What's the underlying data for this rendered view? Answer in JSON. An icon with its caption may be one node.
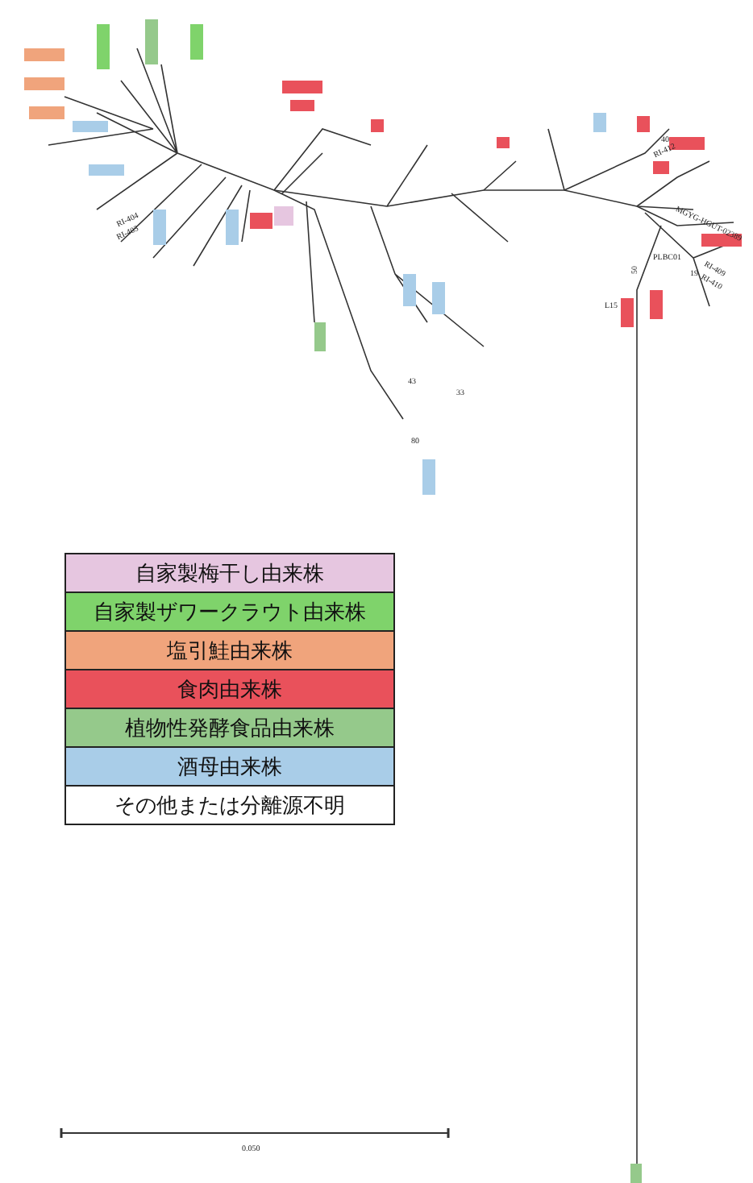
{
  "diagram": {
    "labels": [
      "RI-412",
      "PLBC01",
      "MGYG-HGUT-02389",
      "RI-409",
      "RI-410",
      "L15",
      "RI-404",
      "RI-403",
      "40",
      "19",
      "50",
      "43",
      "33",
      "80",
      "0.050"
    ],
    "legend": [
      {
        "text": "自家製梅干し由来株",
        "color": "#e6c6e0"
      },
      {
        "text": "自家製ザワークラウト由来株",
        "color": "#7fd36b"
      },
      {
        "text": "塩引鮭由来株",
        "color": "#f0a47c"
      },
      {
        "text": "食肉由来株",
        "color": "#e9515b"
      },
      {
        "text": "植物性発酵食品由来株",
        "color": "#95c98b"
      },
      {
        "text": "酒母由来株",
        "color": "#a9cde8"
      },
      {
        "text": "その他または分離源不明",
        "color": "#ffffff"
      }
    ]
  }
}
